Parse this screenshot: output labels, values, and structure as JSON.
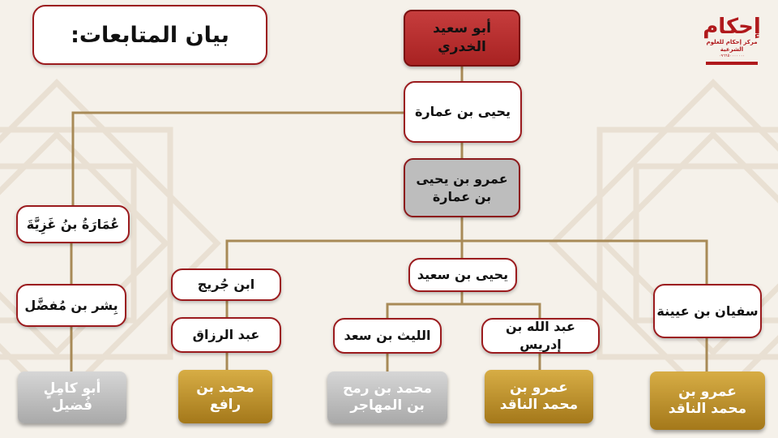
{
  "title": "بيان المتابعات:",
  "logo": {
    "word": "إحكام",
    "subtitle": "مركز إحكام للعلوم الشرعية",
    "phone": "٠٩٦٦٥٠٠٠٠٠٠٠"
  },
  "colors": {
    "accent_red": "#9b1b1e",
    "top_node": "#b52d2d",
    "gray_node": "#bdbdbd",
    "gold_node": "#c9992e",
    "silver_node": "#bcbcbc",
    "connector": "#a88a57"
  },
  "nodes": {
    "abu_saeed": "أبو سعيد\nالخدري",
    "yahya_bin_umara": "يحيى بن عمارة",
    "amr_bin_yahya": "عمرو بن يحيى\nبن عمارة",
    "umara_bin_ghaziya": "عُمَارَةُ بنُ غَزِيَّةَ",
    "bishr": "بِشر بن مُفضَّل",
    "abu_kamil": "أبو كامِلٍ\nفُضيل",
    "ibn_jurayj": "ابن جُريج",
    "abd_al_razzaq": "عبد الرزاق",
    "muhammad_bin_rafi": "محمد بن\nرافع",
    "yahya_bin_saeed": "يحيى بن سعيد",
    "al_layth": "الليث بن سعد",
    "muhammad_bin_rumh": "محمد بن رمح\nبن المهاجر",
    "abdullah_bin_idris": "عبد الله بن إدريس",
    "amr_al_naqid_1": "عمرو بن\nمحمد الناقد",
    "sufyan": "سفيان بن عيينة",
    "amr_al_naqid_2": "عمرو بن\nمحمد الناقد"
  }
}
